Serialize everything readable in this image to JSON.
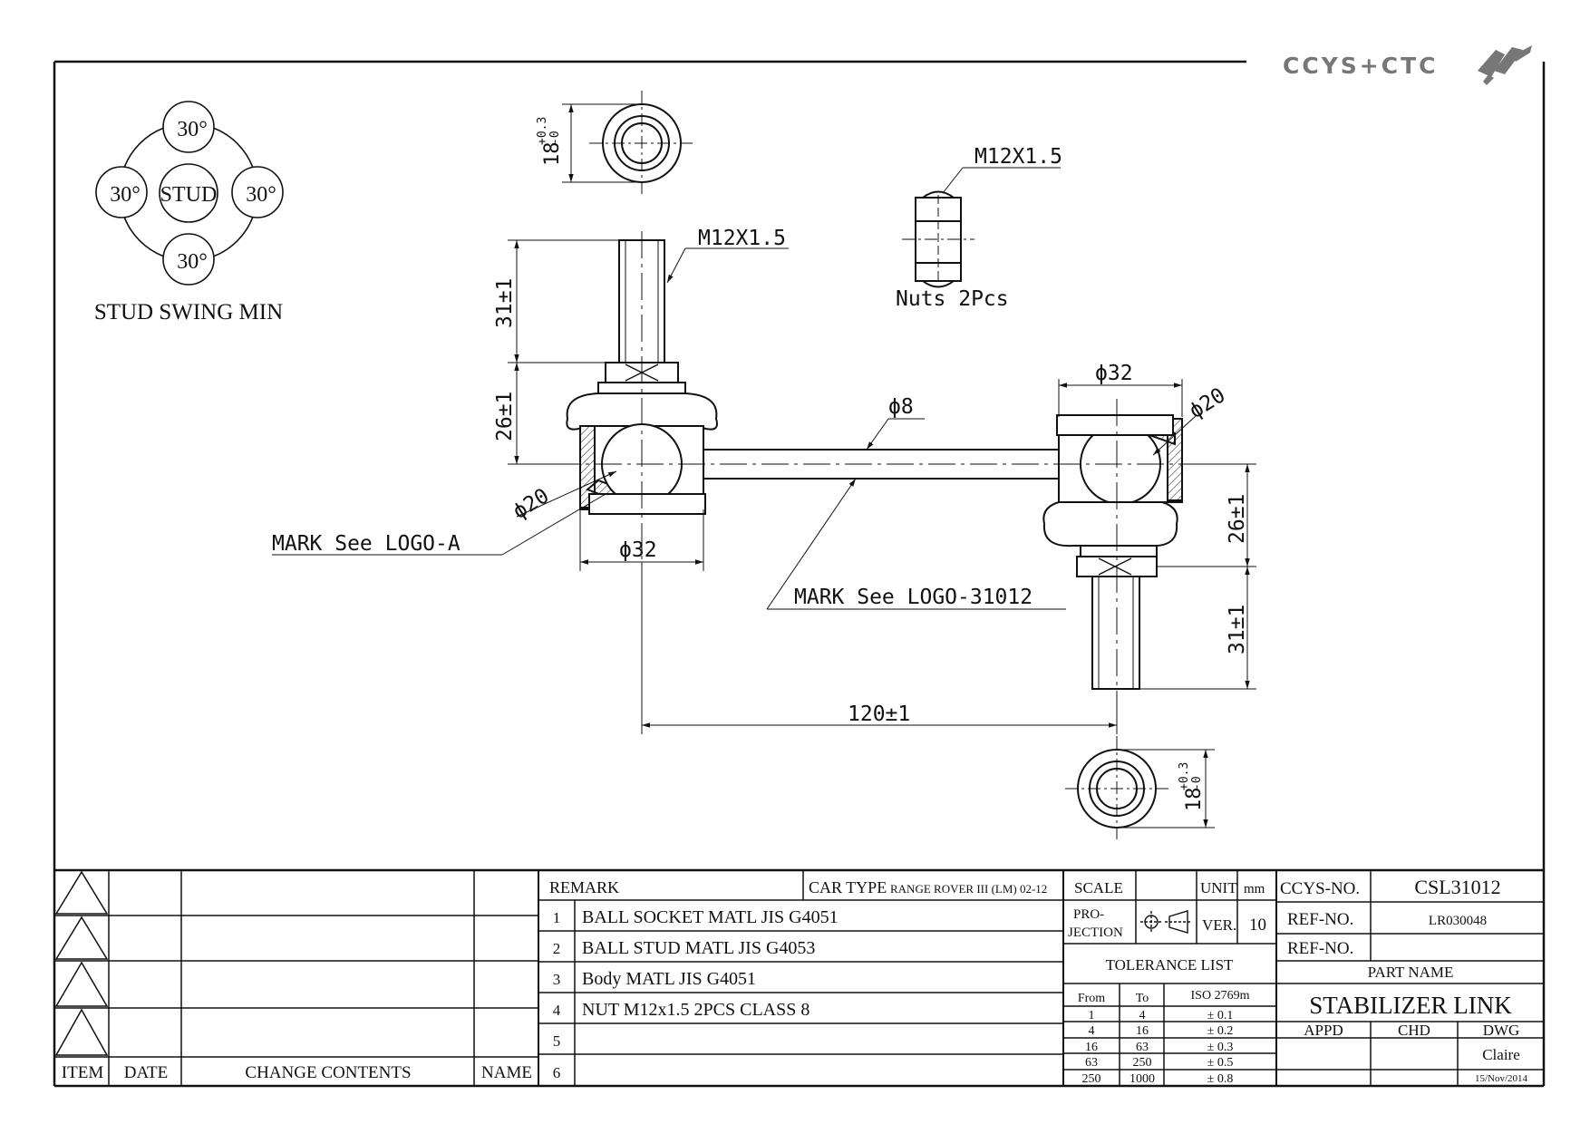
{
  "brand": {
    "logo_text": "CCYS+CTC"
  },
  "swing": {
    "center": "STUD",
    "angles": [
      "30°",
      "30°",
      "30°",
      "30°"
    ],
    "caption": "STUD SWING MIN"
  },
  "dims": {
    "bore_top": "18",
    "bore_tol": "+0.3",
    "bore_tol2": "-0",
    "thread_left": "M12X1.5",
    "thread_nut": "M12X1.5",
    "nuts": "Nuts 2Pcs",
    "stud_len_left": "31±1",
    "height_left": "26±1",
    "dia_left_ball": "ϕ20",
    "dia_left_body": "ϕ32",
    "rod": "ϕ8",
    "dia_right_body": "ϕ32",
    "dia_right_ball": "ϕ20",
    "height_right": "26±1",
    "stud_len_right": "31±1",
    "length": "120±1",
    "bore_bottom": "18"
  },
  "marks": {
    "left": "MARK See LOGO-A",
    "right": "MARK See LOGO-31012"
  },
  "revision": {
    "headers": {
      "item": "ITEM",
      "date": "DATE",
      "changes": "CHANGE CONTENTS",
      "name": "NAME"
    }
  },
  "remarks": {
    "label": "REMARK",
    "car_type_label": "CAR TYPE",
    "car_type": "RANGE ROVER III (LM) 02-12",
    "rows": [
      {
        "no": "1",
        "text": "BALL SOCKET MATL JIS G4051"
      },
      {
        "no": "2",
        "text": "BALL STUD MATL JIS G4053"
      },
      {
        "no": "3",
        "text": "Body MATL JIS G4051"
      },
      {
        "no": "4",
        "text": "NUT M12x1.5 2PCS CLASS 8"
      },
      {
        "no": "5",
        "text": ""
      },
      {
        "no": "6",
        "text": ""
      }
    ]
  },
  "spec": {
    "scale_label": "SCALE",
    "unit_label": "UNIT",
    "unit": "mm",
    "projection_label_1": "PRO-",
    "projection_label_2": "JECTION",
    "ver_label": "VER.",
    "ver": "10",
    "tolerance_title": "TOLERANCE LIST",
    "tolerance_headers": [
      "From",
      "To",
      "ISO 2769m"
    ],
    "tolerance_rows": [
      [
        "1",
        "4",
        "± 0.1"
      ],
      [
        "4",
        "16",
        "± 0.2"
      ],
      [
        "16",
        "63",
        "± 0.3"
      ],
      [
        "63",
        "250",
        "± 0.5"
      ],
      [
        "250",
        "1000",
        "± 0.8"
      ]
    ]
  },
  "title_block": {
    "ccys_label": "CCYS-NO.",
    "ccys_no": "CSL31012",
    "ref_label": "REF-NO.",
    "ref_no": "LR030048",
    "ref_label_2": "REF-NO.",
    "ref_no_2": "",
    "part_name_label": "PART NAME",
    "part_name": "STABILIZER LINK",
    "appd": "APPD",
    "chd": "CHD",
    "dwg": "DWG",
    "drawer": "Claire",
    "date": "15/Nov/2014"
  }
}
